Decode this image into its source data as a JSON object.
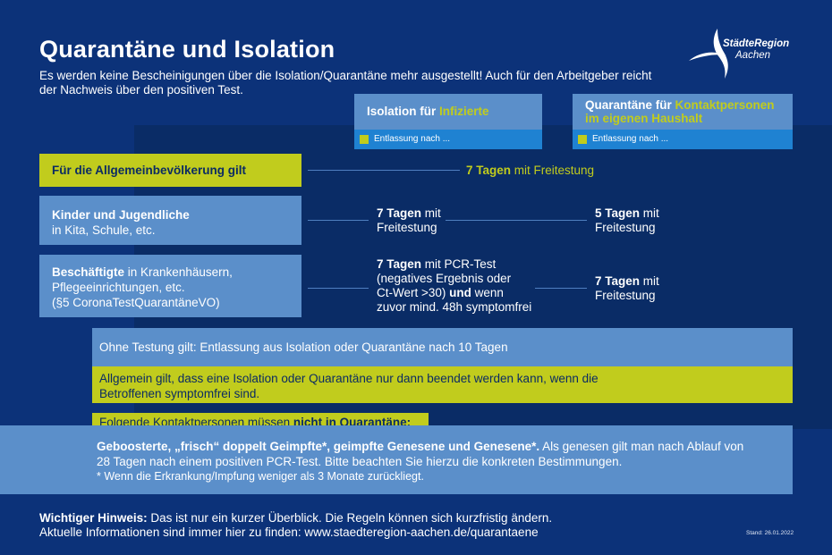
{
  "header": {
    "title": "Quarantäne und Isolation",
    "intro": "Es werden keine Bescheinigungen über die Isolation/Quarantäne mehr ausgestellt! Auch für den Arbeitgeber reicht der Nachweis über den positiven Test."
  },
  "logo": {
    "line1": "StädteRegion",
    "line2": "Aachen"
  },
  "columns": {
    "isolation": {
      "label_prefix": "Isolation für ",
      "label_highlight": "Infizierte",
      "sub": "Entlassung nach ..."
    },
    "quarantine": {
      "label_prefix": "Quarantäne für ",
      "label_highlight_1": "Kontaktpersonen",
      "label_highlight_2": "im eigenen Haushalt",
      "sub": "Entlassung nach ..."
    }
  },
  "rows": {
    "general": {
      "label": "Für die Allgemeinbevölkerung gilt",
      "value_bold": "7 Tagen",
      "value_rest": " mit Freitestung"
    },
    "children": {
      "label_bold": "Kinder und Jugendliche",
      "label_rest": "in Kita, Schule, etc.",
      "iso_bold": "7 Tagen",
      "iso_rest_1": " mit",
      "iso_rest_2": "Freitestung",
      "qua_bold": "5 Tagen",
      "qua_rest_1": " mit",
      "qua_rest_2": "Freitestung"
    },
    "workers": {
      "label_bold": "Beschäftigte",
      "label_rest_1": " in Krankenhäusern,",
      "label_rest_2": "Pflegeeinrichtungen, etc.",
      "label_rest_3": "(§5 CoronaTestQuarantäneVO)",
      "iso_bold": "7 Tagen",
      "iso_l1": " mit PCR-Test",
      "iso_l2": "(negatives Ergebnis oder",
      "iso_l3a": "Ct-Wert >30) ",
      "iso_l3b": "und",
      "iso_l3c": " wenn",
      "iso_l4": "zuvor mind. 48h symptomfrei",
      "qua_bold": "7 Tagen",
      "qua_rest_1": " mit",
      "qua_rest_2": "Freitestung"
    }
  },
  "notes": {
    "no_test": "Ohne Testung gilt: Entlassung aus Isolation oder Quarantäne nach 10 Tagen",
    "symptom_1": "Allgemein gilt, dass eine Isolation oder Quarantäne nur dann beendet werden kann, wenn die",
    "symptom_2": "Betroffenen symptomfrei sind.",
    "contacts_prefix": "Folgende Kontaktpersonen müssen ",
    "contacts_bold": "nicht in Quarantäne:",
    "exempt_bold": "Geboosterte, „frisch“ doppelt Geimpfte*, geimpfte Genesene und Genesene*.",
    "exempt_rest_1": " Als genesen gilt man nach Ablauf von",
    "exempt_rest_2": "28 Tagen nach einem positiven PCR-Test. Bitte beachten Sie hierzu die konkreten Bestimmungen.",
    "footnote": "* Wenn die Erkrankung/Impfung weniger als 3 Monate zurückliegt."
  },
  "footer": {
    "hint_bold": "Wichtiger Hinweis:",
    "hint_rest": " Das ist nur ein kurzer Überblick. Die Regeln können sich kurzfristig ändern.",
    "info": "Aktuelle Informationen sind immer hier zu finden: www.staedteregion-aachen.de/quarantaene",
    "stand": "Stand: 26.01.2022"
  },
  "colors": {
    "background": "#0c3279",
    "panel": "#0a2c66",
    "box_blue": "#5b8fca",
    "bar_blue": "#1f82d2",
    "lime": "#c1cc1d"
  }
}
